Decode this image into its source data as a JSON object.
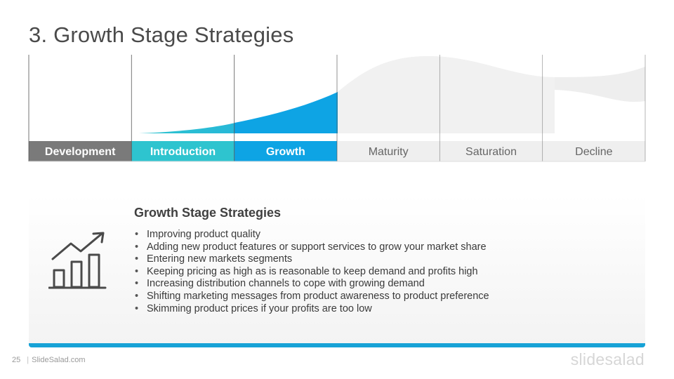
{
  "slide": {
    "title": "3. Growth Stage Strategies",
    "page_number": "25",
    "source": "SlideSalad.com",
    "logo_text": "slidesalad"
  },
  "diagram": {
    "stages": [
      {
        "label": "Development",
        "active": true,
        "fill": "#7a7a7a",
        "text_color": "#ffffff"
      },
      {
        "label": "Introduction",
        "active": true,
        "fill": "#2ec4cf",
        "text_color": "#ffffff"
      },
      {
        "label": "Growth",
        "active": true,
        "fill": "#0ea4e4",
        "text_color": "#ffffff"
      },
      {
        "label": "Maturity",
        "active": false,
        "fill": "#efefef",
        "text_color": "#666666"
      },
      {
        "label": "Saturation",
        "active": false,
        "fill": "#efefef",
        "text_color": "#666666"
      },
      {
        "label": "Decline",
        "active": false,
        "fill": "#efefef",
        "text_color": "#666666"
      }
    ],
    "curve_colors": {
      "introduction": "#2ec4cf",
      "growth": "#0ea4e4",
      "future": "#eeeeee"
    },
    "divider_color": "#555555"
  },
  "panel": {
    "heading": "Growth Stage Strategies",
    "icon": "growth-chart-icon",
    "accent_color": "#17a2d6",
    "bullets": [
      "Improving product quality",
      "Adding new product features or support services to grow your market share",
      "Entering new markets segments",
      "Keeping pricing as high as is reasonable to keep demand and profits high",
      "Increasing distribution channels to cope with growing demand",
      "Shifting marketing messages from product awareness to product preference",
      "Skimming product prices if your profits are too low"
    ]
  }
}
